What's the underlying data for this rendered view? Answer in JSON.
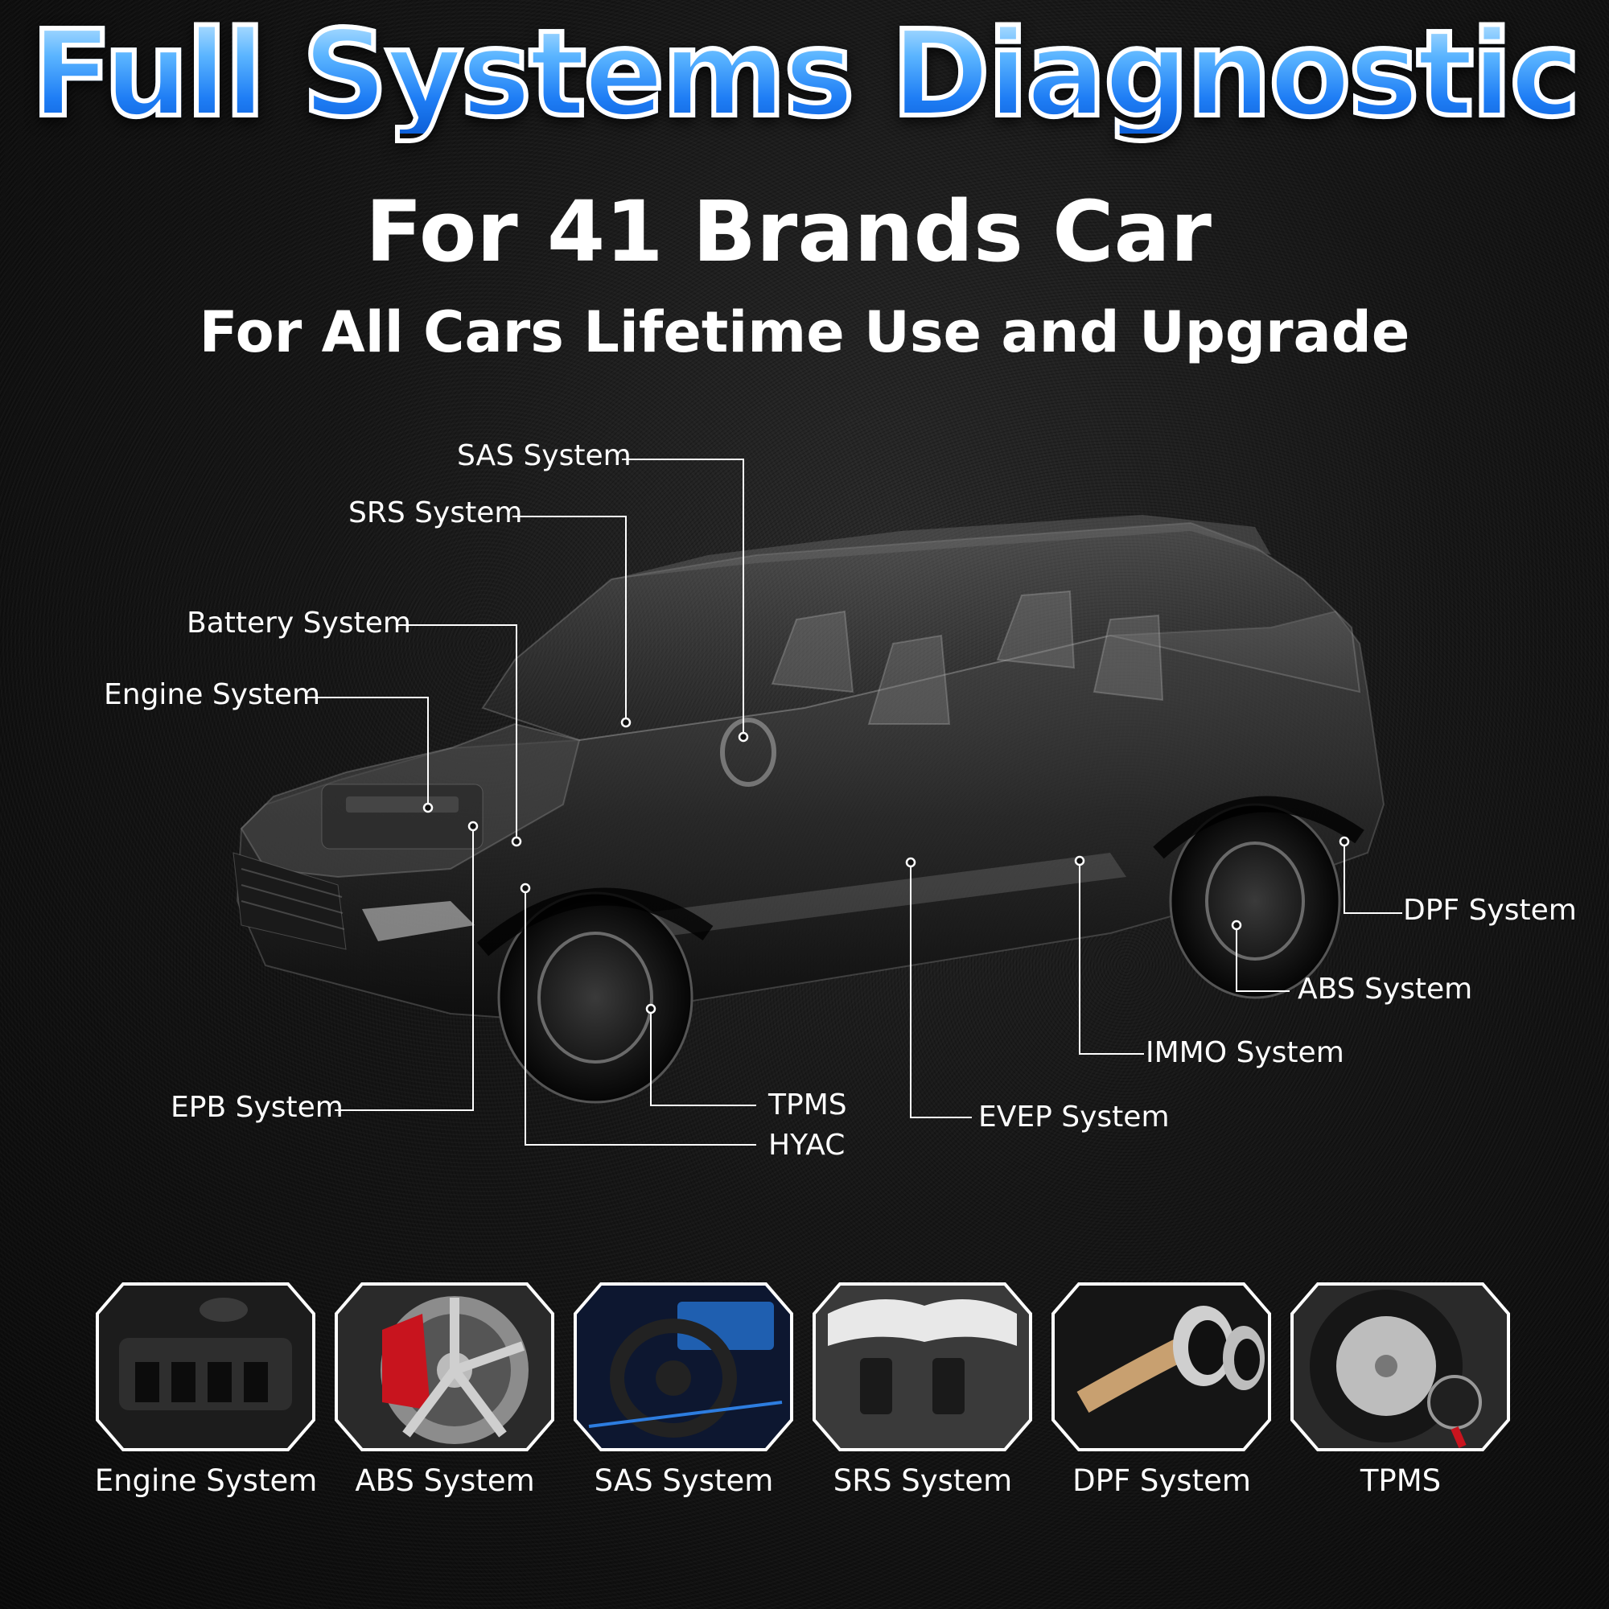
{
  "header": {
    "title": "Full Systems Diagnostic",
    "subtitle": "For 41 Brands Car",
    "tagline": "For All Cars Lifetime Use and Upgrade"
  },
  "callouts": {
    "sas": "SAS System",
    "srs": "SRS System",
    "battery": "Battery System",
    "engine": "Engine System",
    "epb": "EPB System",
    "tpms": "TPMS",
    "hyac": "HYAC",
    "evep": "EVEP System",
    "immo": "IMMO System",
    "abs": "ABS System",
    "dpf": "DPF System"
  },
  "tiles": [
    {
      "label": "Engine System",
      "icon": "engine-photo"
    },
    {
      "label": "ABS System",
      "icon": "brake-photo"
    },
    {
      "label": "SAS System",
      "icon": "steering-photo"
    },
    {
      "label": "SRS System",
      "icon": "airbag-photo"
    },
    {
      "label": "DPF System",
      "icon": "exhaust-photo"
    },
    {
      "label": "TPMS",
      "icon": "tire-gauge-photo"
    }
  ],
  "colors": {
    "title_gradient_top": "#bfe6ff",
    "title_gradient_bottom": "#0c5fd8",
    "title_outline": "#ffffff",
    "text": "#ffffff",
    "background": "#111111"
  }
}
